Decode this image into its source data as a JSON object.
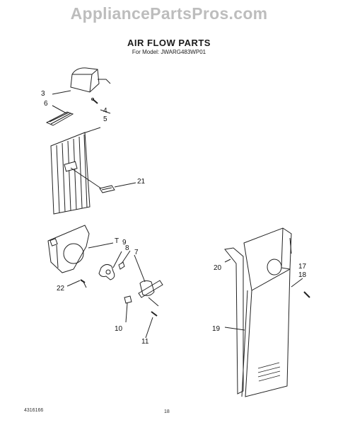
{
  "watermark": "AppliancePartsPros.com",
  "title": "AIR FLOW PARTS",
  "subtitle": "For Model: JWARG483WP01",
  "callouts": {
    "c3": "3",
    "c6": "6",
    "c4": "4",
    "c5": "5",
    "c21": "21",
    "c9": "9",
    "c8": "8",
    "c7": "7",
    "c22": "22",
    "c10": "10",
    "c11": "11",
    "c20": "20",
    "c17": "17",
    "c18": "18",
    "c19": "19",
    "cT": "T"
  },
  "footer": {
    "doc_number": "4316166",
    "page_number": "18"
  }
}
